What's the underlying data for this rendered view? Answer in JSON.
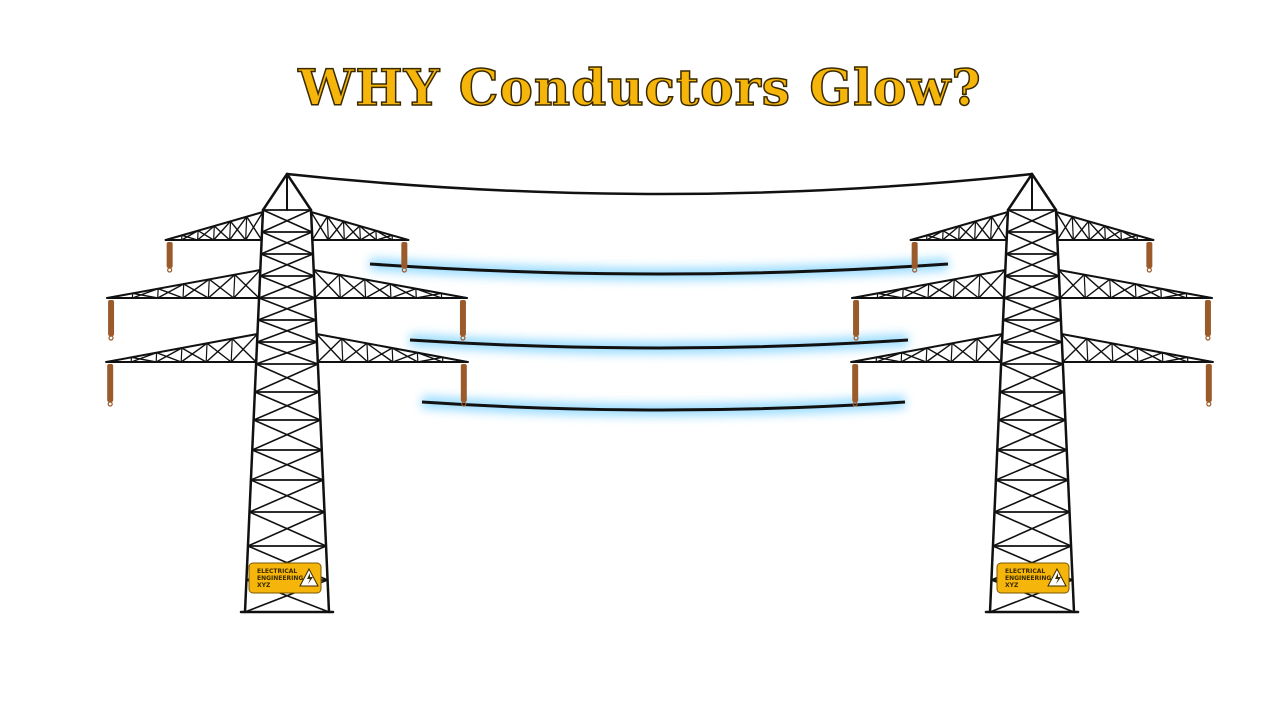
{
  "title": "WHY Conductors Glow?",
  "left_tower": {
    "sign_lines": [
      "ELECTRICAL",
      "ENGINEERING",
      "XYZ"
    ]
  },
  "right_tower": {
    "sign_lines": [
      "ELECTRICAL",
      "ENGINEERING",
      "XYZ"
    ]
  },
  "colors": {
    "title_fill": "#f5b50a",
    "title_outline": "#3a2a00",
    "tower_steel": "#111111",
    "insulator": "#9b5a2a",
    "conductor_glow": "#8fd8ff",
    "warning_sign": "#f5b50a"
  },
  "icons": [
    "warning-triangle-icon"
  ]
}
